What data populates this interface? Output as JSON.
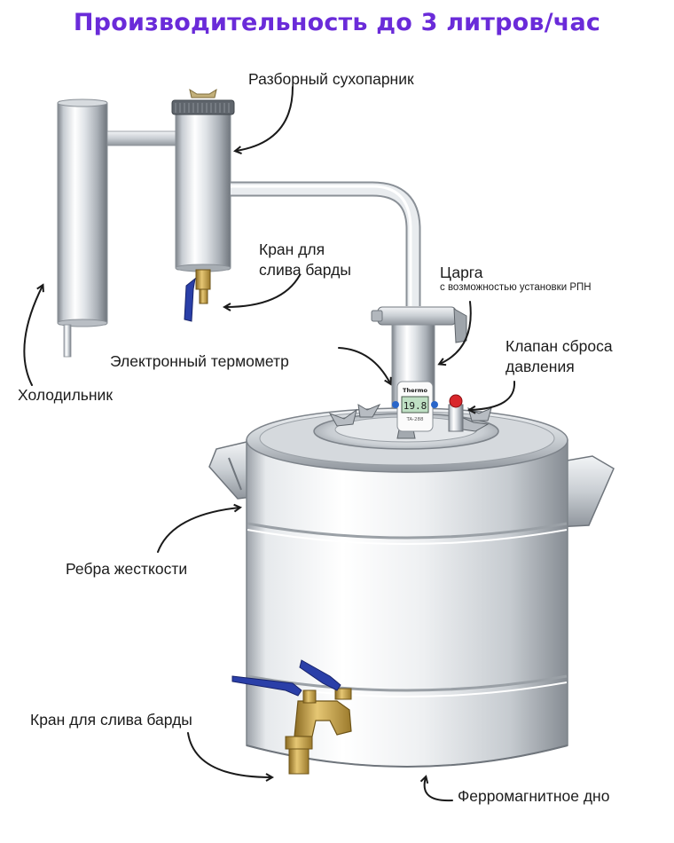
{
  "headline": "Производительность до 3 литров/час",
  "labels": {
    "dry_steamer": "Разборный сухопарник",
    "drain_valve_top_line1": "Кран для",
    "drain_valve_top_line2": "слива барды",
    "column": "Царга",
    "column_note": "с возможностью установки РПН",
    "relief_valve_line1": "Клапан сброса",
    "relief_valve_line2": "давления",
    "thermometer": "Электронный термометр",
    "condenser": "Холодильник",
    "ribs": "Ребра жесткости",
    "drain_valve_bottom": "Кран для слива барды",
    "bottom": "Ферромагнитное дно"
  },
  "thermometer_display": {
    "brand": "Thermo",
    "reading": "19.8",
    "model": "TA-288"
  },
  "colors": {
    "headline": "#6a2bd9",
    "steel_light": "#f4f5f7",
    "steel_dark": "#8e949b",
    "brass": "#c9a24a",
    "valve_handle": "#2a3fa8",
    "relief_cap": "#d9262b",
    "arrow": "#1a1a1a"
  }
}
